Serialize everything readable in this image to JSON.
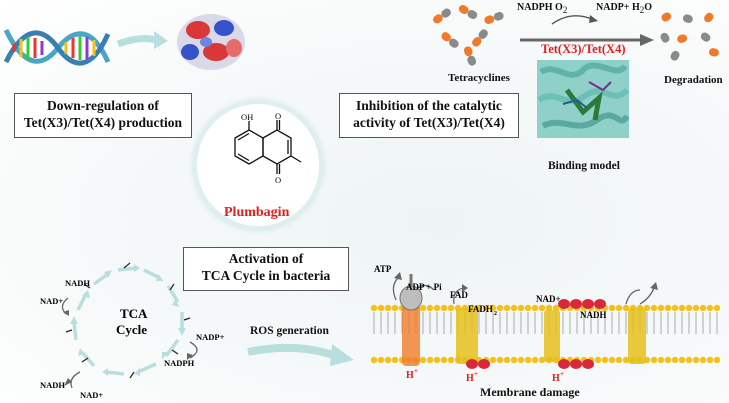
{
  "downreg_box": {
    "line1": "Down-regulation of",
    "line2": "Tet(X3)/Tet(X4) production"
  },
  "inhibition_box": {
    "line1": "Inhibition of the catalytic",
    "line2": "activity of Tet(X3)/Tet(X4)"
  },
  "tca_box": {
    "line1": "Activation of",
    "line2": "TCA Cycle in bacteria"
  },
  "center": {
    "compound_name": "Plumbagin",
    "oh_label": "OH",
    "o_top": "O",
    "o_bottom": "O"
  },
  "reaction": {
    "cofactors_left": "NADPH  O",
    "cofactors_left_sub": "2",
    "products_right": "NADP+  H",
    "products_right_sub": "2",
    "products_right_tail": "O",
    "enzyme": "Tet(X3)/Tet(X4)",
    "substrate": "Tetracyclines",
    "product": "Degradation",
    "binding_caption": "Binding model"
  },
  "tca": {
    "title_line1": "TCA",
    "title_line2": "Cycle",
    "nadh_top": "NADH",
    "nad_left": "NAD+",
    "nadp_right": "NADP+",
    "nadph_right": "NADPH",
    "nadh_bottom": "NADH",
    "nad_bottom": "NAD+"
  },
  "ros_label": "ROS generation",
  "membrane": {
    "atp": "ATP",
    "adp": "ADP + Pi",
    "fad": "FAD",
    "fadh2": "FADH",
    "fadh2_sub": "2",
    "nad": "NAD+",
    "nadh": "NADH",
    "h1": "H",
    "h2": "H",
    "h3": "H",
    "h_sup": "+",
    "caption": "Membrane damage"
  },
  "colors": {
    "accent_red": "#e02020",
    "arrow_teal": "#b9dede",
    "capsule_orange": "#f07a2a",
    "capsule_gray": "#8a8a8a",
    "lipid_head": "#f2c21b",
    "protein_red": "#d8283a"
  }
}
